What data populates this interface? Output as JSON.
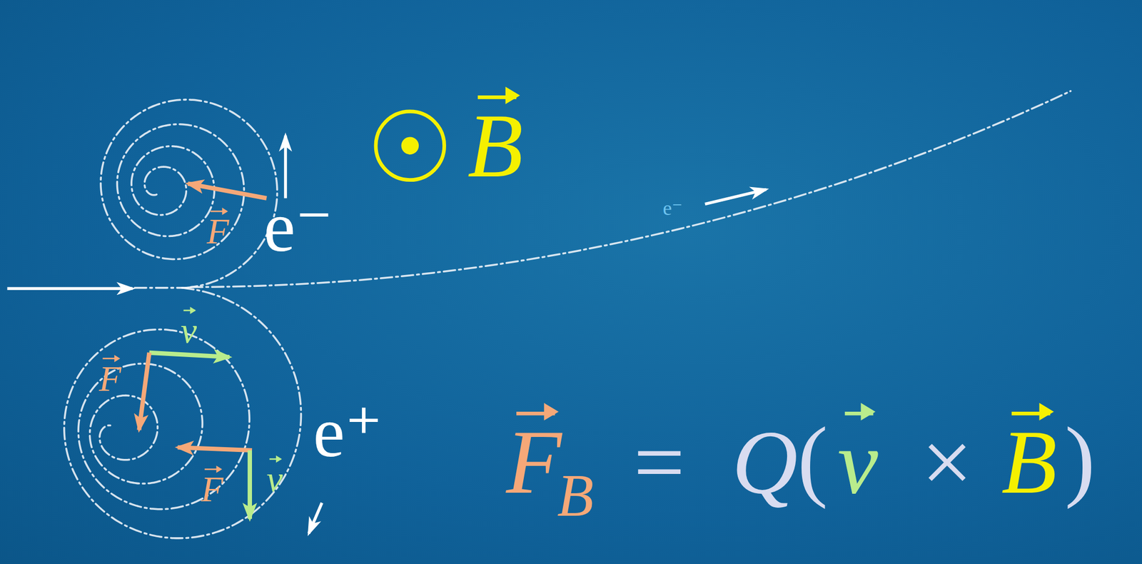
{
  "diagram": {
    "labels": [
      "B",
      "F",
      "e⁻",
      "v",
      "F",
      "F",
      "v",
      "e⁺",
      "e⁻",
      "F",
      "B",
      "=",
      "Q",
      "(",
      "v",
      "×",
      "B",
      ")"
    ]
  }
}
